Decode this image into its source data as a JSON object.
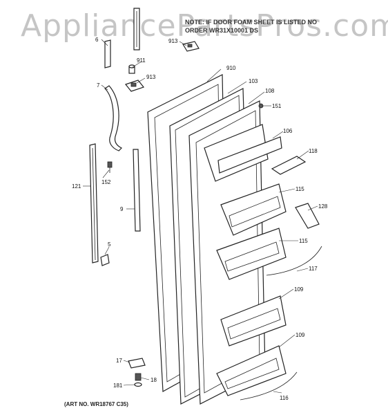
{
  "watermark": "AppliancePartsPros.com",
  "note": {
    "line1": "NOTE: IF DOOR FOAM SHEET IS LISTED NO",
    "line2": "ORDER WR31X10001 DS"
  },
  "art_number": "(ART NO. WR18767 C35)",
  "callouts": {
    "c6": "6",
    "c913a": "913",
    "c911": "911",
    "c913b": "913",
    "c7": "7",
    "c910": "910",
    "c103": "103",
    "c108": "108",
    "c151": "151",
    "c106": "106",
    "c118": "118",
    "c121": "121",
    "c152": "152",
    "c115a": "115",
    "c128": "128",
    "c9": "9",
    "c5": "5",
    "c115b": "115",
    "c117": "117",
    "c109a": "109",
    "c109b": "109",
    "c17": "17",
    "c181": "181",
    "c18": "18",
    "c116": "116"
  }
}
